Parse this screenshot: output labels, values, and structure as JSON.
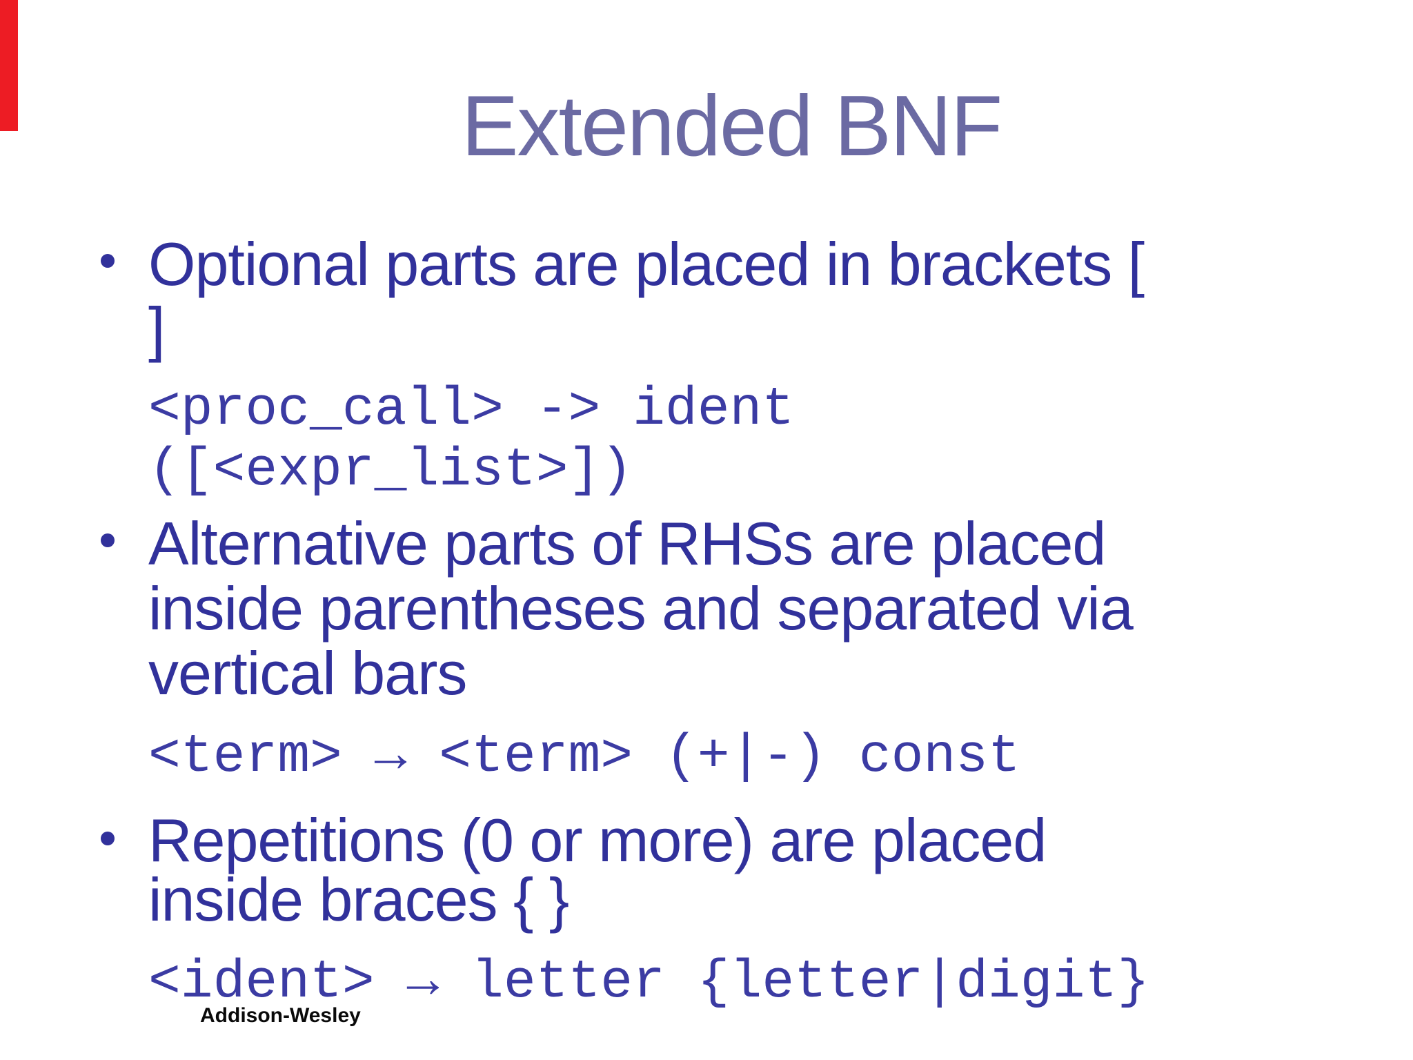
{
  "slide": {
    "title": "Extended BNF",
    "footer": "Addison-Wesley",
    "bullets": [
      {
        "lines": [
          "Optional parts are placed in brackets [",
          "]"
        ],
        "code_lines": [
          "<proc_call> -> ident",
          "([<expr_list>])"
        ]
      },
      {
        "lines": [
          "Alternative parts of RHSs are placed",
          "inside parentheses and separated via",
          "vertical bars"
        ],
        "code_lines": [
          "<term> → <term> (+|-) const"
        ]
      },
      {
        "lines": [
          "Repetitions (0 or more) are placed",
          "inside braces { }"
        ],
        "code_lines": [
          "<ident> → letter {letter|digit}"
        ]
      }
    ],
    "colors": {
      "background": "#ffffff",
      "title_text": "#6b6aa3",
      "body_text": "#31319b",
      "code_text": "#3b3ba3",
      "footer_text": "#0a0a0a",
      "accent_bar": "#ed1c24"
    }
  }
}
